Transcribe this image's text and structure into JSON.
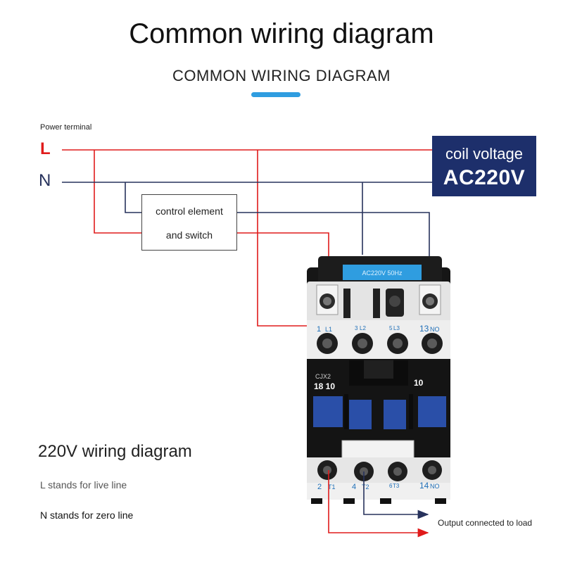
{
  "header": {
    "title": "Common wiring diagram",
    "subtitle": "COMMON WIRING DIAGRAM"
  },
  "power": {
    "label": "Power terminal",
    "live": "L",
    "neutral": "N"
  },
  "control_element": {
    "line1": "control element",
    "line2": "and switch"
  },
  "coil": {
    "line1": "coil voltage",
    "line2": "AC220V"
  },
  "contactor": {
    "top_nameplate": "AC220V 50Hz",
    "model": "CJX2",
    "rating": "18 10",
    "aux_code": "10",
    "top_terminals": [
      {
        "num": "1",
        "name": "L1"
      },
      {
        "num": "3",
        "name": "L2"
      },
      {
        "num": "5",
        "name": "L3"
      },
      {
        "num": "13",
        "name": "NO"
      }
    ],
    "bottom_terminals": [
      {
        "num": "2",
        "name": "T1"
      },
      {
        "num": "4",
        "name": "T2"
      },
      {
        "num": "6",
        "name": "T3"
      },
      {
        "num": "14",
        "name": "NO"
      }
    ]
  },
  "wiring_notes": {
    "title": "220V wiring diagram",
    "l_note": "L stands for live line",
    "n_note": "N stands for zero line"
  },
  "output": {
    "label": "Output connected to load"
  },
  "colors": {
    "live": "#e01b1b",
    "neutral": "#27325c",
    "coil_box": "#1d2f6b",
    "accent": "#2f9de0",
    "contactor_blue": "#2a4fa8"
  }
}
